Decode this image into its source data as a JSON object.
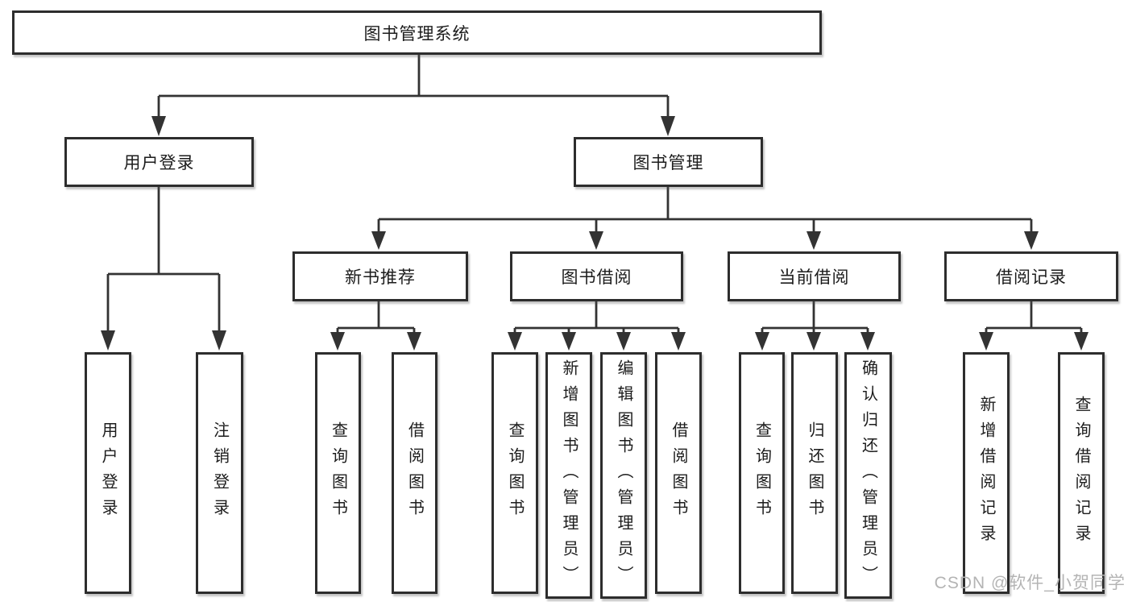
{
  "diagram": {
    "root": {
      "label": "图书管理系统"
    },
    "branches": [
      {
        "label": "用户登录",
        "children": [
          {
            "label": "用户登录"
          },
          {
            "label": "注销登录"
          }
        ]
      },
      {
        "label": "图书管理",
        "children": [
          {
            "label": "新书推荐",
            "children": [
              {
                "label": "查询图书"
              },
              {
                "label": "借阅图书"
              }
            ]
          },
          {
            "label": "图书借阅",
            "children": [
              {
                "label": "查询图书"
              },
              {
                "label": "新增图书（管理员）"
              },
              {
                "label": "编辑图书（管理员）"
              },
              {
                "label": "借阅图书"
              }
            ]
          },
          {
            "label": "当前借阅",
            "children": [
              {
                "label": "查询图书"
              },
              {
                "label": "归还图书"
              },
              {
                "label": "确认归还（管理员）"
              }
            ]
          },
          {
            "label": "借阅记录",
            "children": [
              {
                "label": "新增借阅记录"
              },
              {
                "label": "查询借阅记录"
              }
            ]
          }
        ]
      }
    ]
  },
  "watermark": {
    "text": "CSDN @软件_小贺同学"
  },
  "colors": {
    "line": "#333333",
    "box_border": "#2d2d2d",
    "text": "#1c1c1c",
    "background": "#ffffff",
    "watermark": "#b4b4b4"
  }
}
